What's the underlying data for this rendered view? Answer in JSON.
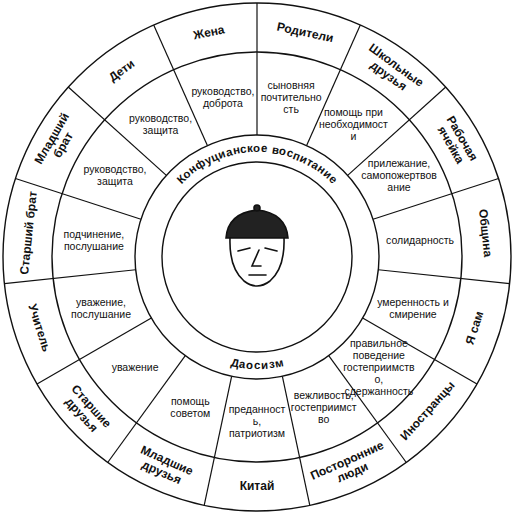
{
  "diagram": {
    "nodes": [
      {
        "text": [
          "Конфуцианское воспитание",
          "Даосизм"
        ]
      },
      {
        "text": [
          "Жена"
        ]
      },
      {
        "text": [
          "руководство, доброта"
        ]
      },
      {
        "text": [
          "Родители"
        ]
      },
      {
        "text": [
          "сыновняя почтительность"
        ]
      },
      {
        "text": [
          "Школьные друзья"
        ]
      },
      {
        "text": [
          "помощь при необходимости"
        ]
      },
      {
        "text": [
          "Рабочая ячейка"
        ]
      },
      {
        "text": [
          "прилежание, самопожертвование"
        ]
      },
      {
        "text": [
          "Община"
        ]
      },
      {
        "text": [
          "солидарность"
        ]
      },
      {
        "text": [
          "Я сам"
        ]
      },
      {
        "text": [
          "умеренность и смирение"
        ]
      },
      {
        "text": [
          "Иностранцы"
        ]
      },
      {
        "text": [
          "правильное поведение гостеприимство, сдержанность"
        ]
      },
      {
        "text": [
          "Посторонние люди"
        ]
      },
      {
        "text": [
          "вежливость, гостеприимство"
        ]
      },
      {
        "text": [
          "Китай"
        ]
      },
      {
        "text": [
          "преданность, патриотизм"
        ]
      },
      {
        "text": [
          "Младшие друзья"
        ]
      },
      {
        "text": [
          "помощь советом"
        ]
      },
      {
        "text": [
          "Старшие друзья"
        ]
      },
      {
        "text": [
          "уважение"
        ]
      },
      {
        "text": [
          "Учитель"
        ]
      },
      {
        "text": [
          "уважение, послушание"
        ]
      },
      {
        "text": [
          "Старший брат"
        ]
      },
      {
        "text": [
          "подчинение, послушание"
        ]
      },
      {
        "text": [
          "Младший брат"
        ]
      },
      {
        "text": [
          "руководство, защита"
        ]
      },
      {
        "text": [
          "Дети"
        ]
      },
      {
        "text": [
          "руководство, защита"
        ]
      }
    ]
  }
}
